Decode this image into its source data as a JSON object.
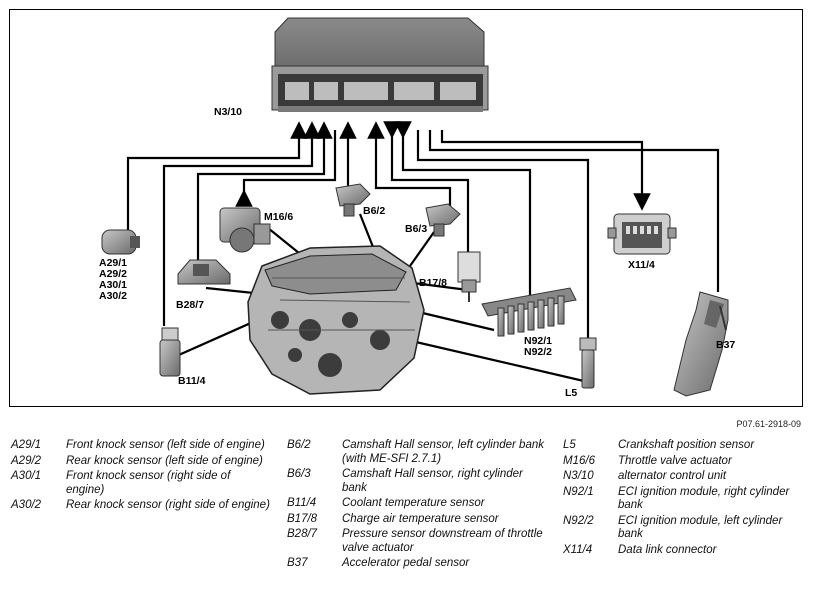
{
  "diagram": {
    "labels": {
      "ecu": "N3/10",
      "knock_sensors": [
        "A29/1",
        "A29/2",
        "A30/1",
        "A30/2"
      ],
      "throttle_actuator": "M16/6",
      "cam_sensor_left": "B6/2",
      "cam_sensor_right": "B6/3",
      "charge_air_temp": "B17/8",
      "pressure_sensor": "B28/7",
      "coolant_temp": "B11/4",
      "ignition_modules": [
        "N92/1",
        "N92/2"
      ],
      "data_link": "X11/4",
      "accel_pedal": "B37",
      "crank_sensor": "L5"
    },
    "figure_ref": "P07.61-2918-09"
  },
  "legend": {
    "col1": [
      {
        "code": "A29/1",
        "desc": "Front knock sensor (left side of engine)"
      },
      {
        "code": "A29/2",
        "desc": "Rear knock sensor (left side of engine)"
      },
      {
        "code": "A30/1",
        "desc": "Front knock sensor (right side of engine)"
      },
      {
        "code": "A30/2",
        "desc": "Rear knock sensor (right side of engine)"
      }
    ],
    "col2": [
      {
        "code": "B6/2",
        "desc": "Camshaft Hall sensor, left cylinder bank (with ME-SFI 2.7.1)"
      },
      {
        "code": "B6/3",
        "desc": "Camshaft Hall sensor, right cylinder bank"
      },
      {
        "code": "B11/4",
        "desc": "Coolant temperature sensor"
      },
      {
        "code": "B17/8",
        "desc": "Charge air temperature sensor"
      },
      {
        "code": "B28/7",
        "desc": "Pressure sensor downstream of throttle valve actuator"
      },
      {
        "code": "B37",
        "desc": "Accelerator pedal sensor"
      }
    ],
    "col3": [
      {
        "code": "L5",
        "desc": "Crankshaft position sensor"
      },
      {
        "code": "M16/6",
        "desc": "Throttle valve actuator"
      },
      {
        "code": "N3/10",
        "desc": "alternator control unit"
      },
      {
        "code": "N92/1",
        "desc": "ECI ignition module, right cylinder bank"
      },
      {
        "code": "N92/2",
        "desc": "ECI ignition module, left cylinder bank"
      },
      {
        "code": "X11/4",
        "desc": "Data link connector"
      }
    ]
  }
}
